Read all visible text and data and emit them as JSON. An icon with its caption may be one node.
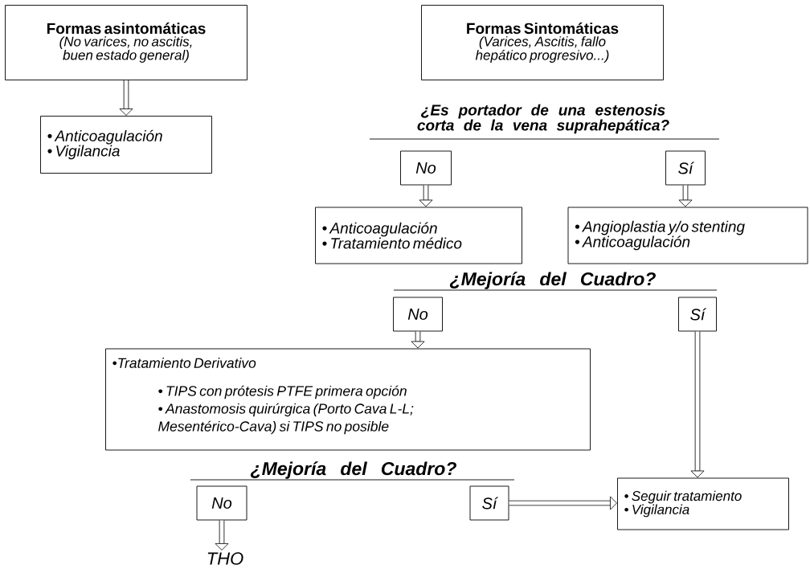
{
  "diagram": {
    "nodes": [
      {
        "text": [
          "Formas asintomáticas",
          "(No varices, no ascitis, buen estado general)"
        ]
      },
      {
        "text": [
          "• Anticoagulación",
          "• Vigilancia"
        ]
      },
      {
        "text": [
          "Formas Sintomáticas",
          "(Varices, Ascitis, fallo hepático progresivo...)"
        ]
      },
      {
        "text": [
          "No"
        ]
      },
      {
        "text": [
          "Sí"
        ]
      },
      {
        "text": [
          "• Anticoagulación",
          "• Tratamiento médico"
        ]
      },
      {
        "text": [
          "• Angioplastia y/o stenting",
          "• Anticoagulación"
        ]
      },
      {
        "text": [
          "No"
        ]
      },
      {
        "text": [
          "Sí"
        ]
      },
      {
        "text": [
          "•Tratamiento Derivativo",
          "• TIPS con prótesis PTFE primera opción",
          "• Anastomosis quirúrgica (Porto Cava L-L; Mesentérico-Cava) si TIPS no posible"
        ]
      },
      {
        "text": [
          "No"
        ]
      },
      {
        "text": [
          "Sí"
        ]
      },
      {
        "text": [
          "• Seguir tratamiento",
          "• Vigilancia"
        ]
      },
      {
        "text": [
          "THO"
        ]
      }
    ],
    "edges": [
      {
        "from": 0,
        "to": 1,
        "arrow": "to"
      },
      {
        "from": 3,
        "to": 5,
        "arrow": "to"
      },
      {
        "from": 4,
        "to": 6,
        "arrow": "to"
      },
      {
        "from": 7,
        "to": 9,
        "arrow": "to"
      },
      {
        "from": 8,
        "to": 12,
        "arrow": "to"
      },
      {
        "from": 11,
        "to": 12,
        "arrow": "to"
      },
      {
        "from": 10,
        "to": 13,
        "arrow": "to"
      }
    ],
    "labels": [
      "¿Es portador de una estenosis corta de la vena suprahepática?",
      "¿Mejoría del Cuadro?",
      "¿Mejoría del Cuadro?"
    ]
  }
}
